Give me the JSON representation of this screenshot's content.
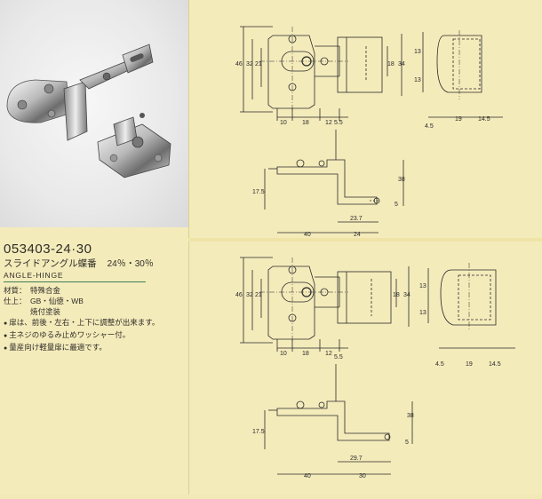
{
  "product": {
    "code": "053403-24·30",
    "name_jp": "スライドアングル蝶番",
    "sizes": "24％・30％",
    "name_en": "ANGLE-HINGE"
  },
  "specs": [
    {
      "key": "材質：",
      "value": "特殊合金"
    },
    {
      "key": "仕上：",
      "value": "GB・仙徳・WB"
    },
    {
      "key": "",
      "value": "焼付塗装"
    }
  ],
  "notes": [
    "扉は、前後・左右・上下に調整が出来ます。",
    "主ネジのゆるみ止めワッシャー付。",
    "量産向け軽量扉に最適です。"
  ],
  "bullet": "●",
  "top_drawing": {
    "front_heights": [
      "46",
      "32",
      "21"
    ],
    "side_heights": [
      "18",
      "34"
    ],
    "right_heights": [
      "13",
      "13"
    ],
    "bottom_dims": [
      "10",
      "18",
      "12"
    ],
    "right_bottom_dims": [
      "4.5",
      "19",
      "14.5"
    ],
    "elev_dims": [
      "5.5",
      "38",
      "17.5",
      "5",
      "23.7",
      "40",
      "24"
    ]
  },
  "bottom_drawing": {
    "front_heights": [
      "46",
      "32",
      "21"
    ],
    "side_heights": [
      "18",
      "34"
    ],
    "right_heights": [
      "13",
      "13"
    ],
    "bottom_dims": [
      "10",
      "18",
      "12"
    ],
    "right_bottom_dims": [
      "4.5",
      "19",
      "14.5"
    ],
    "elev_dims": [
      "5.5",
      "38",
      "17.5",
      "5",
      "29.7",
      "40",
      "30"
    ]
  },
  "colors": {
    "paper": "#f4ebbb",
    "ink": "#2a2a2a",
    "rule": "#3f7f58"
  }
}
